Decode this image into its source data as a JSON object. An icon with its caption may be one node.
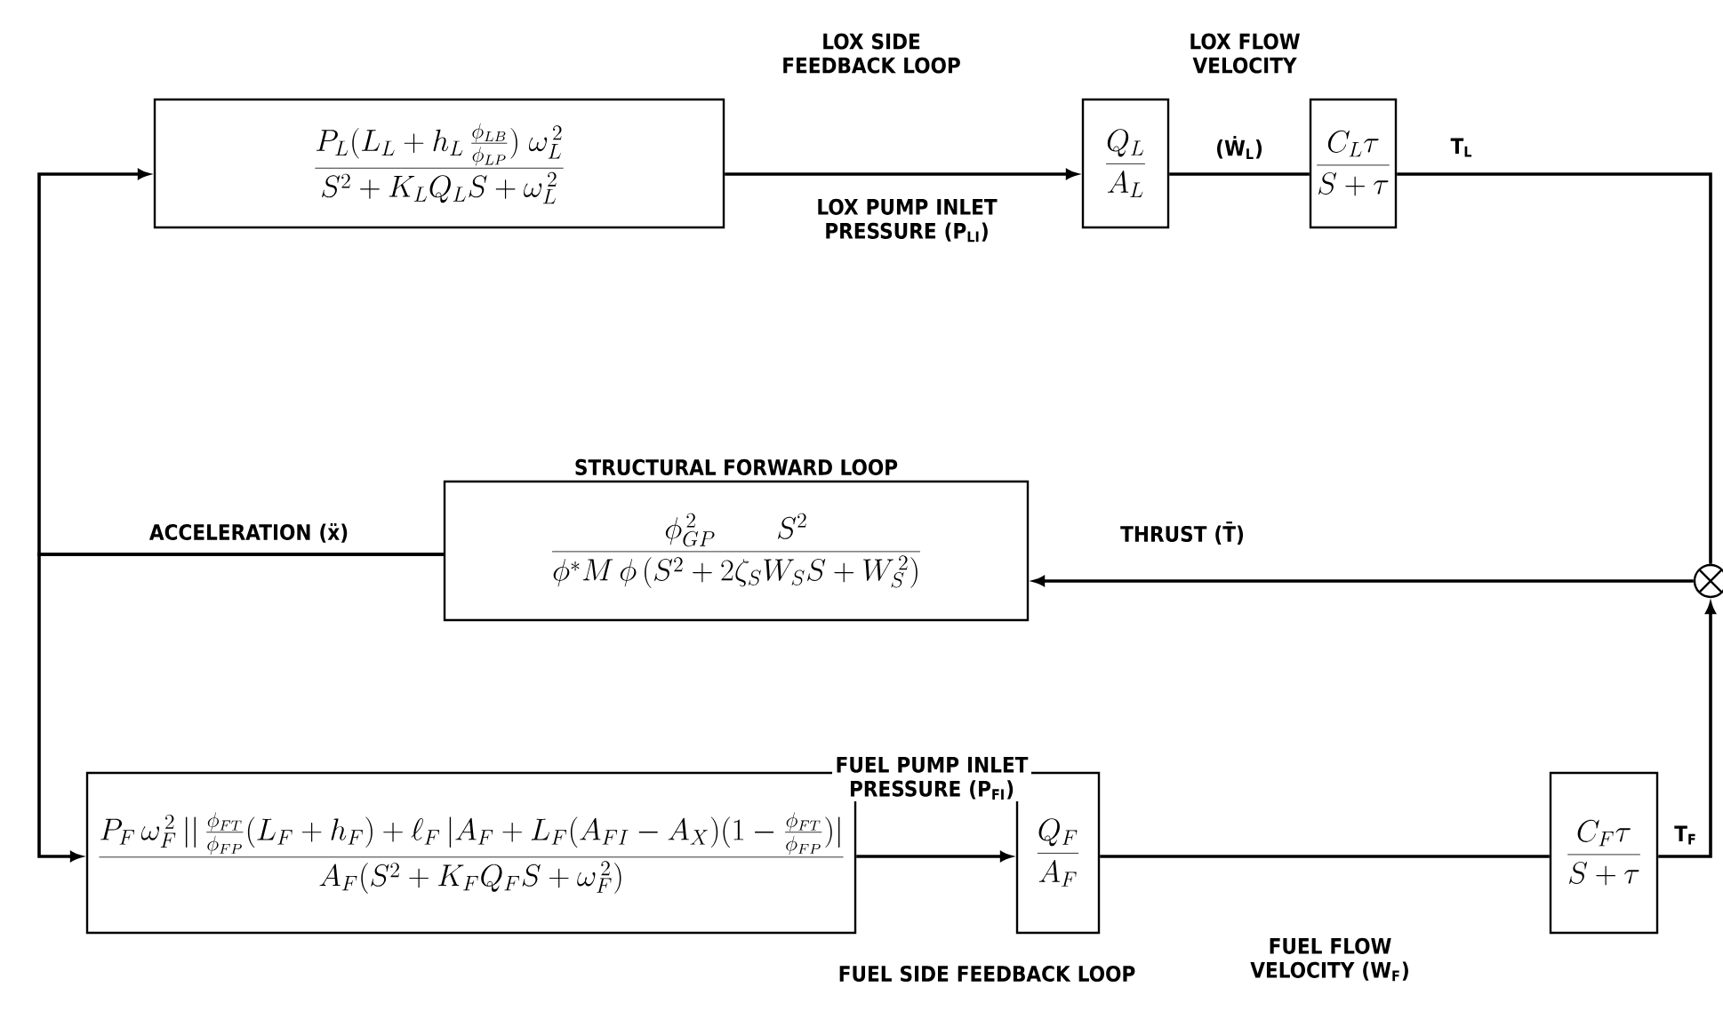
{
  "diagram": {
    "nodes": [
      {
        "text": [
          "\\frac{P_L(L_L + h_L\\,\\frac{\\phi_{LB}}{\\phi_{LP}})\\;\\omega_L^{\\,2}}{S^2 + K_L Q_L S + \\omega_L^{\\,2}}"
        ]
      },
      {
        "text": [
          "\\frac{Q_L}{A_L}"
        ]
      },
      {
        "text": [
          "\\frac{C_L\\tau}{S+\\tau}"
        ]
      },
      {
        "text": [],
        "shape": "circle"
      },
      {
        "text": [
          "STRUCTURAL FORWARD LOOP",
          "\\frac{\\phi_{GP}^{\\,2}\\qquad S^2}{\\phi^{*}M\\,\\phi\\,(S^2+2\\zeta_S W_S S+W_S^{\\,2})}"
        ]
      },
      {
        "text": [
          "\\frac{P_F\\,\\omega_F^{\\,2}\\,\\Big|\\Big|\\,\\frac{\\phi_{FT}}{\\phi_{FP}}(L_F+h_F)+\\ell_F\\,\\Big|A_F+L_F(A_{FI}-A_X)\\Big(1-\\frac{\\phi_{FT}}{\\phi_{FP}}\\Big)\\Big|}{A_F(S^2+K_F Q_F S+\\omega_F^{\\,2})}"
        ]
      },
      {
        "text": [
          "\\frac{Q_F}{A_F}"
        ]
      },
      {
        "text": [
          "\\frac{C_F\\tau}{S+\\tau}"
        ]
      }
    ],
    "edges": [
      {
        "from": 0,
        "to": 1,
        "arrow": "to",
        "label": "LOX PUMP INLET PRESSURE (P$_{LI}$)"
      },
      {
        "from": 1,
        "to": 2,
        "arrow": "none",
        "label": "(Ẇ$_{L}$)"
      },
      {
        "from": 2,
        "to": 3,
        "arrow": "none",
        "label": "T$_{L}$"
      },
      {
        "from": 3,
        "to": 4,
        "arrow": "to",
        "label": "THRUST (T̄)"
      },
      {
        "from": 4,
        "to": 0,
        "arrow": "to",
        "label": "ACCELERATION (ẍ)"
      },
      {
        "from": 4,
        "to": 5,
        "arrow": "to"
      },
      {
        "from": 5,
        "to": 6,
        "arrow": "to",
        "label": "FUEL PUMP INLET PRESSURE (P$_{FI}$)"
      },
      {
        "from": 6,
        "to": 7,
        "arrow": "none",
        "label": "FUEL FLOW VELOCITY (W$_{F}$)"
      },
      {
        "from": 7,
        "to": 3,
        "arrow": "to",
        "label": "T$_{F}$"
      }
    ],
    "labels": [
      "LOX SIDE FEEDBACK LOOP",
      "LOX FLOW VELOCITY",
      "FUEL SIDE FEEDBACK LOOP"
    ]
  }
}
